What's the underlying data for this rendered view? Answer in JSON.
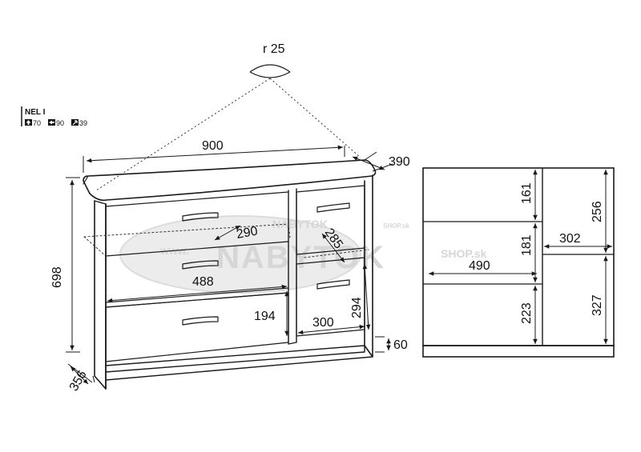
{
  "product": {
    "name": "NEL I",
    "height_badge": "70",
    "width_badge": "90",
    "depth_badge": "39"
  },
  "watermark": {
    "brand": "NABYTOK",
    "suffix": "SHOP.sk",
    "prefix": "www."
  },
  "dimensions": {
    "radius": "r 25",
    "width": "900",
    "depth_top": "390",
    "height": "698",
    "depth_side": "356",
    "plinth": "60",
    "shelf_depth": "290",
    "inner_width": "488",
    "right_depth": "285",
    "drawer_height_left": "194",
    "drawer_height_right": "294",
    "right_width": "300"
  },
  "front_view": {
    "left_top": "161",
    "left_mid": "181",
    "left_width": "490",
    "left_bottom": "223",
    "right_top": "256",
    "right_width": "302",
    "right_bottom": "327"
  },
  "colors": {
    "line": "#1a1a1a",
    "watermark": "#cfcfcf"
  }
}
